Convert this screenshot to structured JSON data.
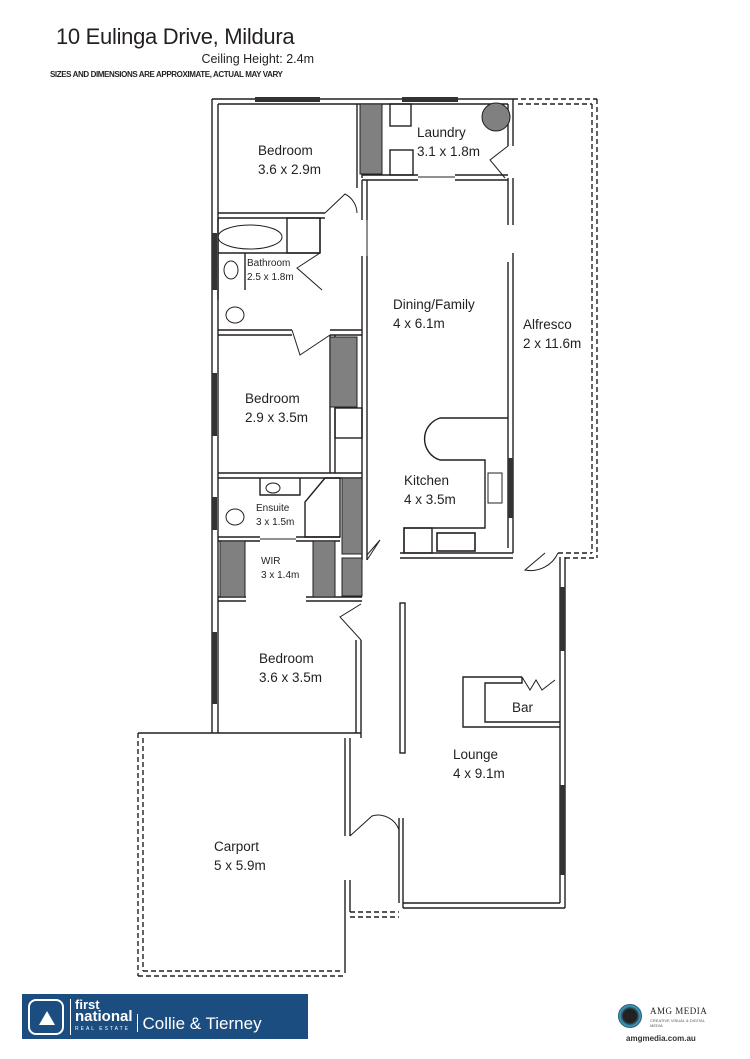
{
  "header": {
    "title": "10 Eulinga Drive, Mildura",
    "ceiling_height": "Ceiling Height: 2.4m",
    "disclaimer": "SIZES AND DIMENSIONS ARE APPROXIMATE, ACTUAL MAY VARY"
  },
  "rooms": {
    "bedroom1": {
      "name": "Bedroom",
      "size": "3.6 x 2.9m"
    },
    "laundry": {
      "name": "Laundry",
      "size": "3.1 x 1.8m"
    },
    "bathroom": {
      "name": "Bathroom",
      "size": "2.5 x 1.8m"
    },
    "dining_family": {
      "name": "Dining/Family",
      "size": "4 x 6.1m"
    },
    "alfresco": {
      "name": "Alfresco",
      "size": "2 x 11.6m"
    },
    "bedroom2": {
      "name": "Bedroom",
      "size": "2.9 x 3.5m"
    },
    "kitchen": {
      "name": "Kitchen",
      "size": "4 x 3.5m"
    },
    "ensuite": {
      "name": "Ensuite",
      "size": "3 x 1.5m"
    },
    "wir": {
      "name": "WIR",
      "size": "3 x 1.4m"
    },
    "bedroom3": {
      "name": "Bedroom",
      "size": "3.6 x 3.5m"
    },
    "bar": {
      "name": "Bar"
    },
    "lounge": {
      "name": "Lounge",
      "size": "4 x 9.1m"
    },
    "carport": {
      "name": "Carport",
      "size": "5 x 5.9m"
    }
  },
  "footer": {
    "agency": {
      "brand_line1": "first",
      "brand_line2": "national",
      "brand_line3": "REAL ESTATE",
      "office": "Collie & Tierney",
      "color": "#1c4d80"
    },
    "photographer": {
      "name": "AMG MEDIA",
      "tagline": "CREATIVE VISUAL & DIGITAL MEDIA",
      "url": "amgmedia.com.au"
    }
  },
  "colors": {
    "wall": "#231f20",
    "robe_fill": "#808080",
    "window": "#333333"
  }
}
